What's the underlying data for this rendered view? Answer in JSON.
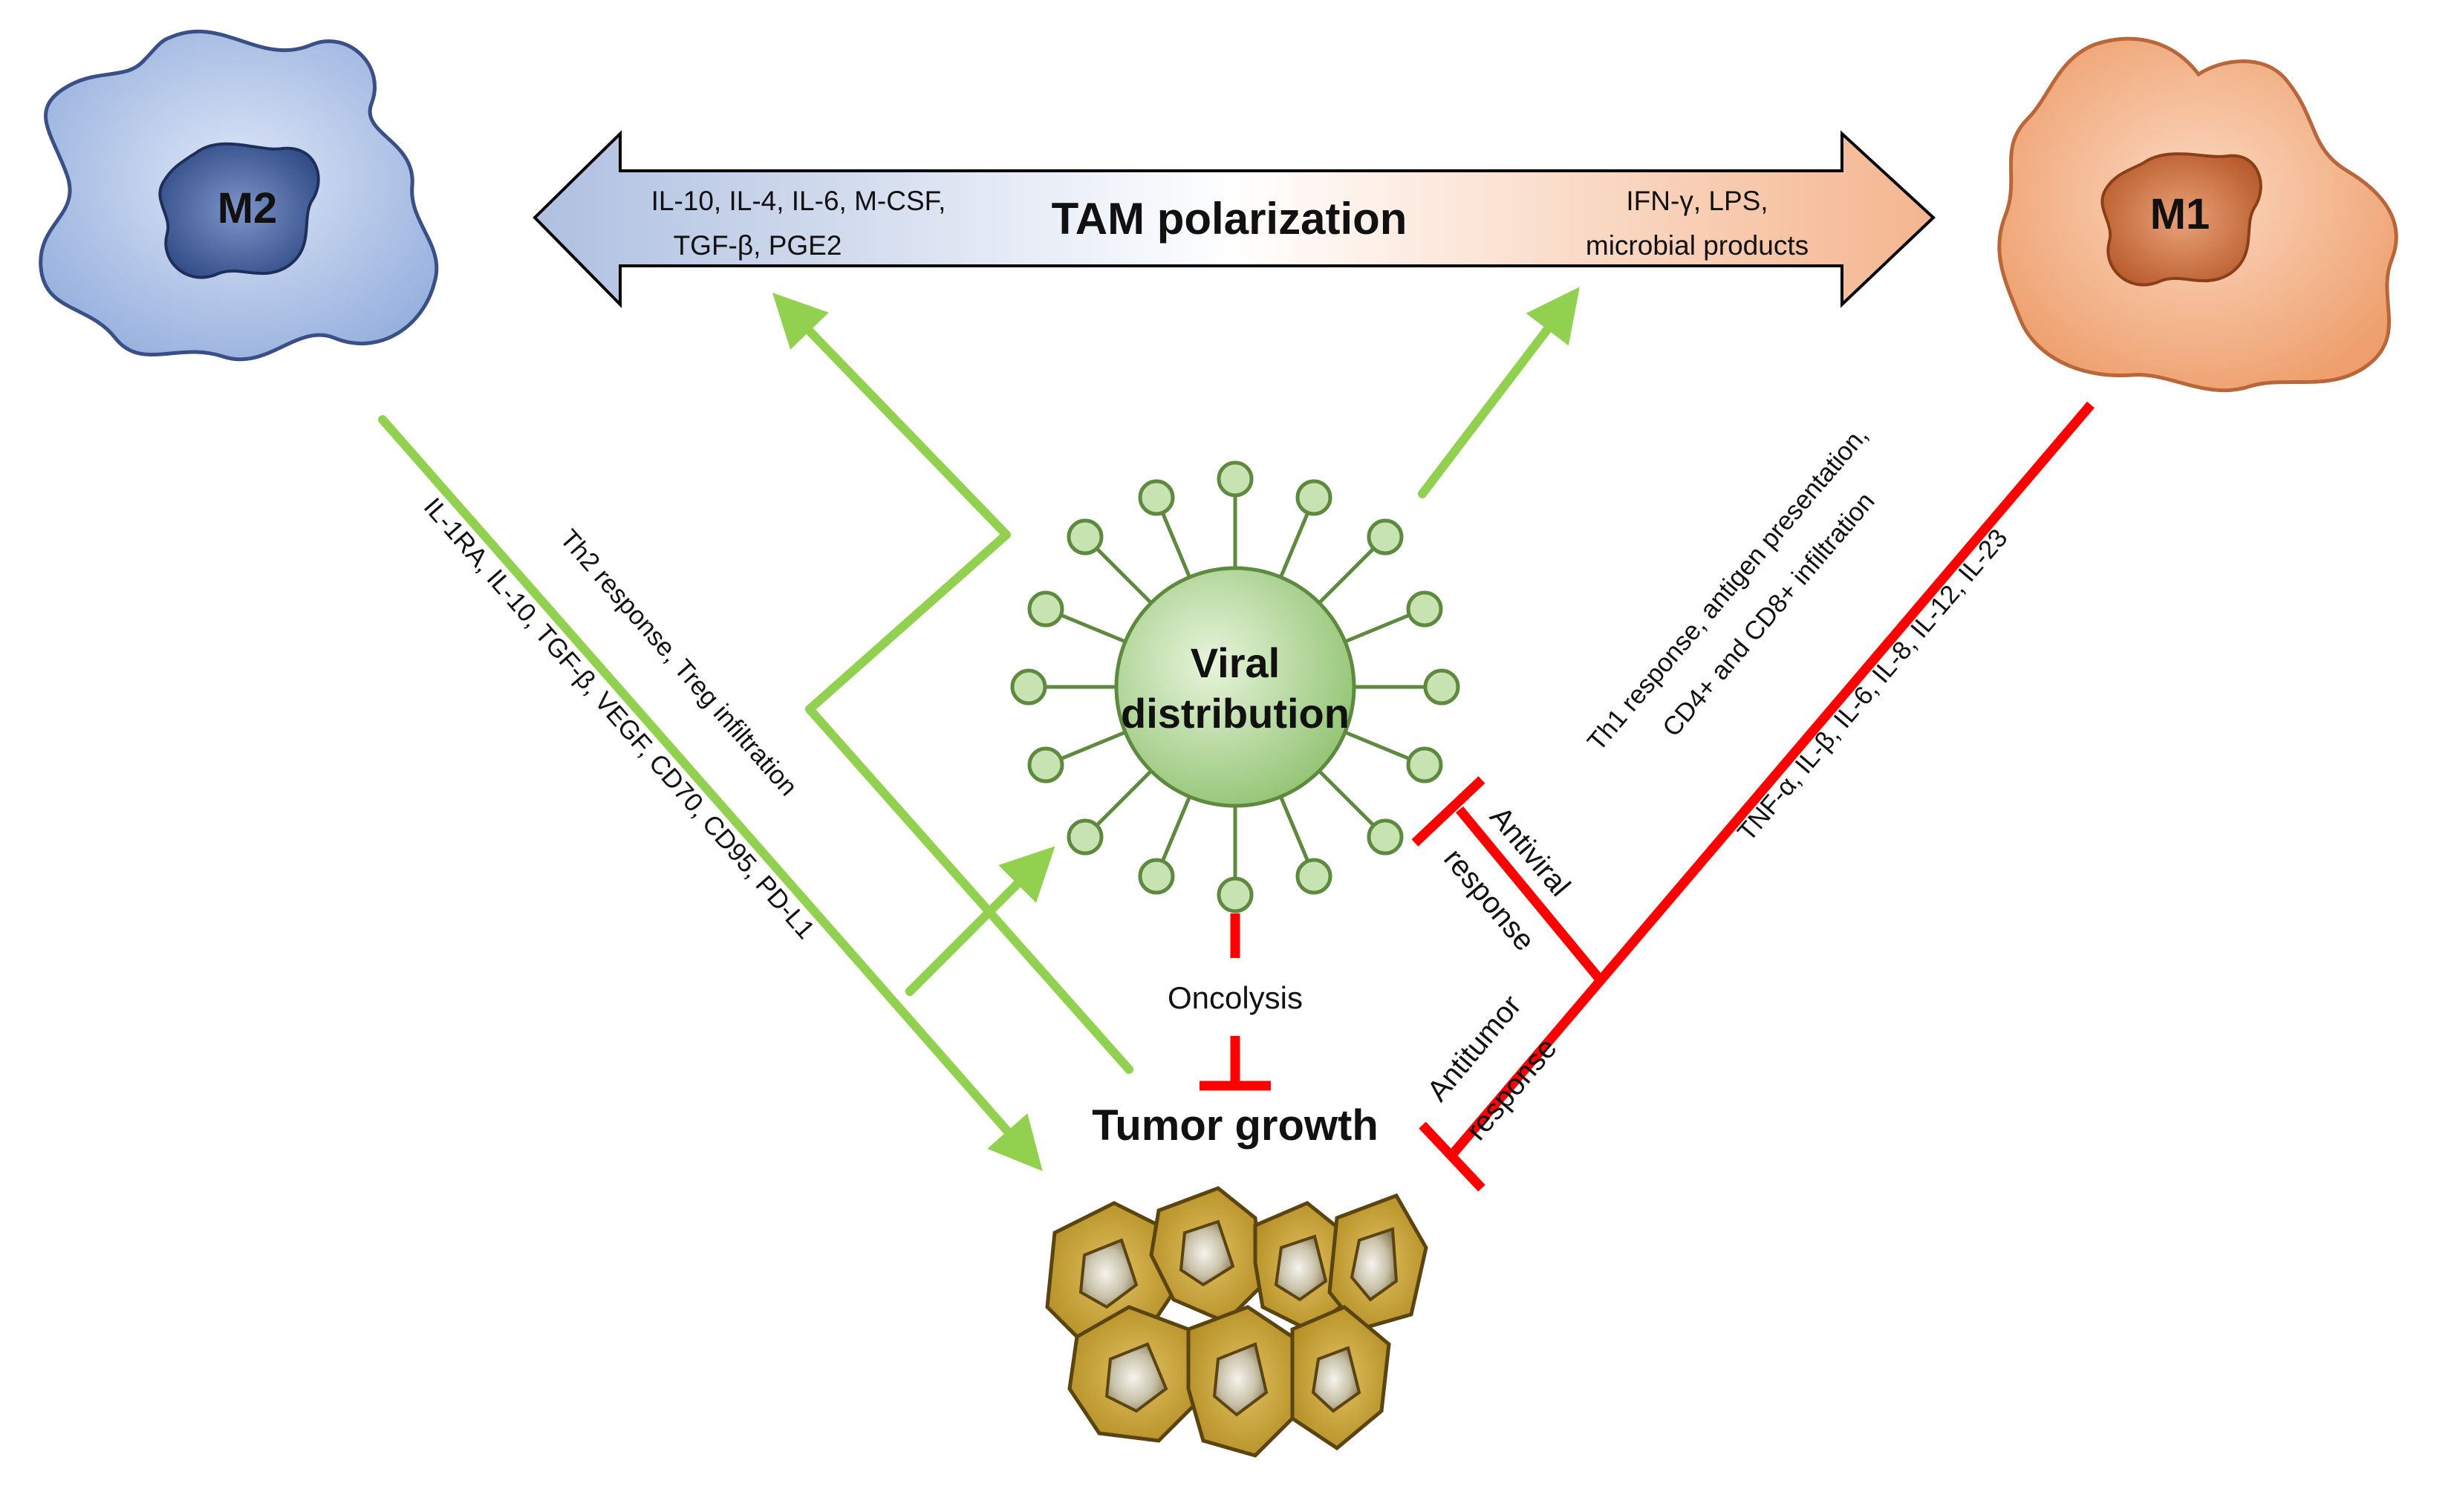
{
  "cells": {
    "m2": {
      "label": "M2"
    },
    "m1": {
      "label": "M1"
    }
  },
  "polarization": {
    "title": "TAM polarization",
    "m2_factors_line1": "IL-10, IL-4, IL-6, M-CSF,",
    "m2_factors_line2": "TGF-β, PGE2",
    "m1_factors_line1": "IFN-γ, LPS,",
    "m1_factors_line2": "microbial products"
  },
  "virus": {
    "line1": "Viral",
    "line2": "distribution"
  },
  "tumor": {
    "label": "Tumor growth"
  },
  "oncolysis": {
    "label": "Oncolysis"
  },
  "m2_branch": {
    "line1": "Th2 response, Treg infiltration",
    "line2": "IL-1RA, IL-10, TGF-β, VEGF, CD70, CD95, PD-L1"
  },
  "m1_branch": {
    "line1": "Th1 response, antigen presentation,",
    "line2": "CD4+ and CD8+ infiltration",
    "line3": "TNF-α, IL-β, IL-6, IL-8, IL-12, IL-23"
  },
  "antiviral": {
    "line1": "Antiviral",
    "line2": "response"
  },
  "antitumor": {
    "line1": "Antitumor",
    "line2": "response"
  },
  "colors": {
    "activate": "#92d050",
    "inhibit": "#ff0000",
    "m2_fill": "#aec2e8",
    "m1_fill": "#f4b58e",
    "virus_fill": "#a9d18e",
    "tumor_fill": "#c9a338"
  }
}
